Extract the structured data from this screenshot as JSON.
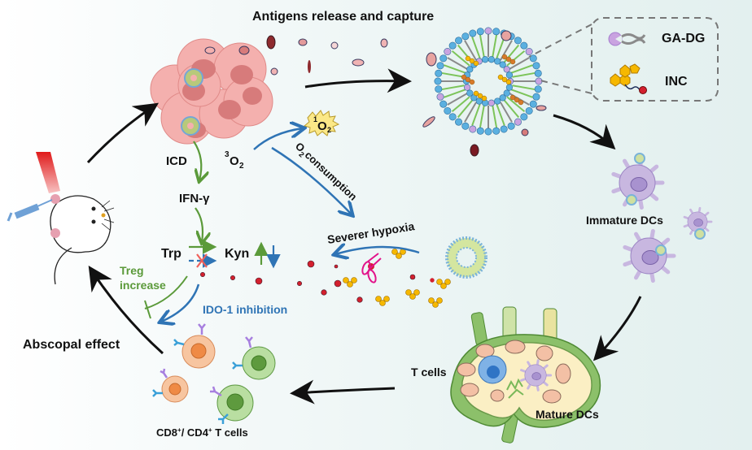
{
  "title": "Antigens release and capture",
  "legend": {
    "items": [
      {
        "label": "GA-DG",
        "icon": "ga-dg-icon"
      },
      {
        "label": "INC",
        "icon": "inc-molecule-icon"
      }
    ]
  },
  "labels": {
    "icd": "ICD",
    "ifn": "IFN-γ",
    "o2_triplet_sup": "3",
    "o2_triplet": "O",
    "o2_sub": "2",
    "singlet_sup": "1",
    "singlet": "O",
    "singlet_sub": "2",
    "o2_consumption_prefix": "O",
    "o2_consumption_sub": "2",
    "o2_consumption": " consumption",
    "severer_hypoxia": "Severer hypoxia",
    "trp": "Trp",
    "kyn": "Kyn",
    "treg_line1": "Treg",
    "treg_line2": "increase",
    "ido": "IDO-1 inhibition",
    "abscopal": "Abscopal effect",
    "tcells_caption_a": "CD8",
    "tcells_caption_sup_a": "+",
    "tcells_caption_b": "/ CD4",
    "tcells_caption_sup_b": "+",
    "tcells_caption_c": " T cells",
    "immature_dcs": "Immature DCs",
    "t_cells": "T cells",
    "mature_dcs": "Mature DCs"
  },
  "colors": {
    "green": "#5b9a3a",
    "blue": "#2f74b5",
    "black": "#111111",
    "tumor": "#f2a7a5",
    "dc": "#c8b7e0",
    "inc": "#f6b800",
    "red_dot": "#d3202e"
  }
}
